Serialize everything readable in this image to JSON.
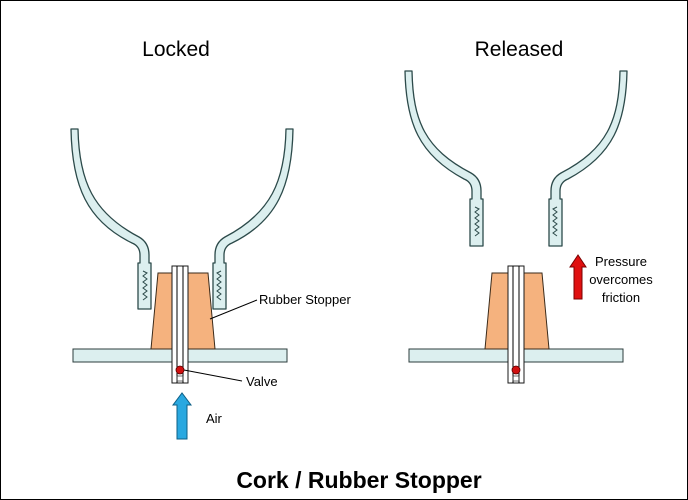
{
  "diagram": {
    "title": "Cork / Rubber Stopper",
    "panels": {
      "locked": {
        "title": "Locked"
      },
      "released": {
        "title": "Released"
      }
    },
    "labels": {
      "rubber_stopper": "Rubber Stopper",
      "valve": "Valve",
      "air": "Air",
      "pressure_lines": [
        "Pressure",
        "overcomes",
        "friction"
      ]
    },
    "colors": {
      "flask_fill": "#dcefef",
      "cork_fill": "#f5b27e",
      "air_arrow": "#29a8e0",
      "pressure_arrow": "#e01010",
      "valve_ball": "#d01010"
    }
  }
}
